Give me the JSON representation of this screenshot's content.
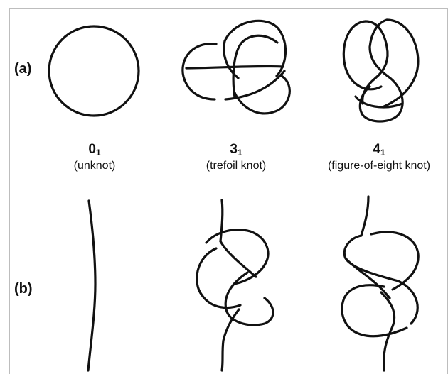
{
  "panels": {
    "a": {
      "label": "(a)"
    },
    "b": {
      "label": "(b)"
    }
  },
  "knots": [
    {
      "number": "0",
      "index": "1",
      "name": "(unknot)"
    },
    {
      "number": "3",
      "index": "1",
      "name": "(trefoil knot)"
    },
    {
      "number": "4",
      "index": "1",
      "name": "(figure-of-eight knot)"
    }
  ]
}
